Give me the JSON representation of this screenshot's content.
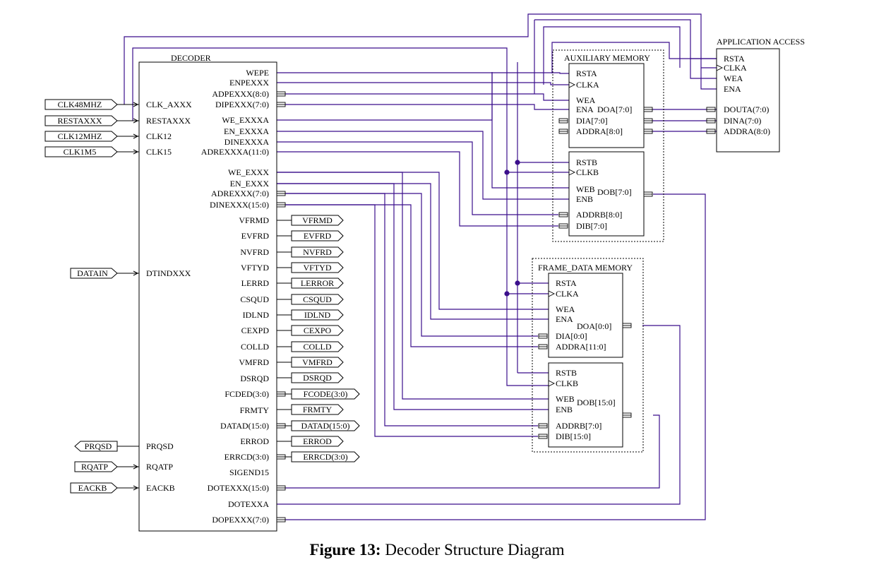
{
  "caption": {
    "label": "Figure 13:",
    "text": " Decoder Structure Diagram"
  },
  "decoder": {
    "title": "DECODER",
    "inputs": [
      "CLK_AXXX",
      "RESTAXXX",
      "CLK12",
      "CLK15",
      "DTINDXXX",
      "PRQSD",
      "RQATP",
      "EACKB"
    ],
    "outputs": [
      "WEPE",
      "ENPEXXX",
      "ADPEXXX(8:0)",
      "DIPEXXX(7:0)",
      "WE_EXXXA",
      "EN_EXXXA",
      "DINEXXXA",
      "ADREXXXA(11:0)",
      "WE_EXXX",
      "EN_EXXX",
      "ADREXXX(7:0)",
      "DINEXXX(15:0)",
      "VFRMD",
      "EVFRD",
      "NVFRD",
      "VFTYD",
      "LERRD",
      "CSQUD",
      "IDLND",
      "CEXPD",
      "COLLD",
      "VMFRD",
      "DSRQD",
      "FCDED(3:0)",
      "FRMTY",
      "DATAD(15:0)",
      "ERROD",
      "ERRCD(3:0)",
      "SIGEND15",
      "DOTEXXX(15:0)",
      "DOTEXXA",
      "DOPEXXX(7:0)"
    ]
  },
  "in_ports": [
    "CLK48MHZ",
    "RESTAXXX",
    "CLK12MHZ",
    "CLK1M5",
    "DATAIN",
    "PRQSD",
    "RQATP",
    "EACKB"
  ],
  "out_ports": [
    "VFRMD",
    "EVFRD",
    "NVFRD",
    "VFTYD",
    "LERROR",
    "CSQUD",
    "IDLND",
    "CEXPO",
    "COLLD",
    "VMFRD",
    "DSRQD",
    "FCODE(3:0)",
    "FRMTY",
    "DATAD(15:0)",
    "ERROD",
    "ERRCD(3:0)"
  ],
  "aux_memory": {
    "title": "AUXILIARY MEMORY",
    "port_a": [
      "RSTA",
      "CLKA",
      "WEA",
      "ENA",
      "DIA[7:0]",
      "ADDRA[8:0]"
    ],
    "port_a_out": "DOA[7:0]",
    "port_b": [
      "RSTB",
      "CLKB",
      "WEB",
      "ENB",
      "ADDRB[8:0]",
      "DIB[7:0]"
    ],
    "port_b_out": "DOB[7:0]"
  },
  "frame_memory": {
    "title": "FRAME_DATA MEMORY",
    "port_a": [
      "RSTA",
      "CLKA",
      "WEA",
      "ENA",
      "DIA[0:0]",
      "ADDRA[11:0]"
    ],
    "port_a_out": "DOA[0:0]",
    "port_b": [
      "RSTB",
      "CLKB",
      "WEB",
      "ENB",
      "ADDRB[7:0]",
      "DIB[15:0]"
    ],
    "port_b_out": "DOB[15:0]"
  },
  "app_access": {
    "title": "APPLICATION ACCESS",
    "pins": [
      "RSTA",
      "CLKA",
      "WEA",
      "ENA",
      "DOUTA(7:0)",
      "DINA(7:0)",
      "ADDRA(8:0)"
    ]
  },
  "colors": {
    "wire": "#3b0f8c",
    "line": "#000000"
  }
}
